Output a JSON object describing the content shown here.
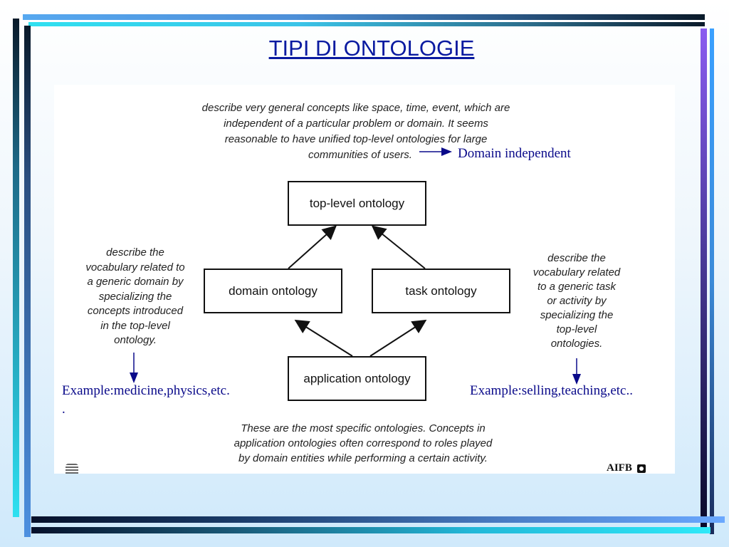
{
  "slide": {
    "title": "TIPI DI ONTOLOGIE"
  },
  "diagram": {
    "top_caption": "describe very general concepts like space, time, event, which are independent of a particular problem or domain. It seems reasonable to have unified top-level ontologies for large communities of users.",
    "top_caption_lines": [
      "describe very general concepts like space, time, event, which are",
      "independent of a particular problem or domain. It seems",
      "reasonable to have unified top-level ontologies for large",
      "communities of users."
    ],
    "domain_independent_label": "Domain independent",
    "boxes": {
      "top_level": "top-level ontology",
      "domain": "domain ontology",
      "task": "task ontology",
      "application": "application ontology"
    },
    "left_caption_lines": [
      "describe the",
      "vocabulary related to",
      "a generic domain by",
      "specializing the",
      "concepts introduced",
      "in the top-level",
      "ontology."
    ],
    "right_caption_lines": [
      "describe the",
      "vocabulary related",
      "to a generic task",
      "or activity by",
      "specializing the",
      "top-level",
      "ontologies."
    ],
    "left_example": "Example:medicine,physics,etc.",
    "left_example_tail": ".",
    "right_example": "Example:selling,teaching,etc..",
    "bottom_caption_lines": [
      "These are the most specific ontologies. Concepts in",
      "application ontologies often correspond to roles played",
      "by domain entities while performing a certain activity."
    ],
    "logo_text": "AIFB"
  },
  "colors": {
    "title": "#0a1aa0",
    "blue_annotation": "#0a0a8a"
  }
}
